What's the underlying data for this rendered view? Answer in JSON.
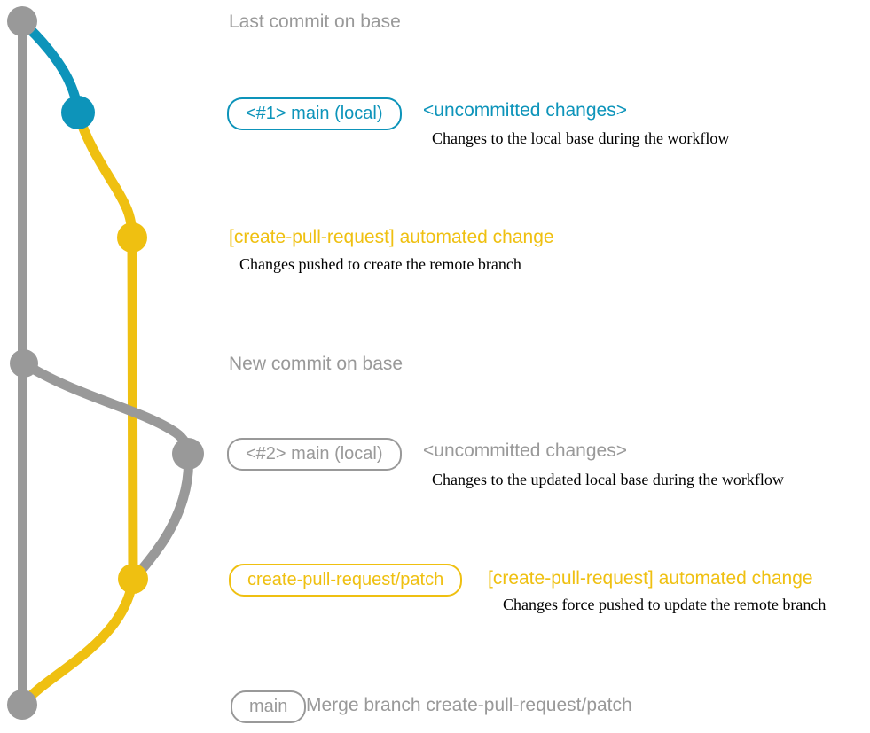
{
  "colors": {
    "gray": "#999999",
    "blue": "#0D94BA",
    "yellow": "#EFC011",
    "text": "#000000",
    "background": "#FFFFFF"
  },
  "sections": {
    "last_commit": {
      "heading": "Last commit on base"
    },
    "local_main_1": {
      "badge": "<#1> main (local)",
      "heading": "<uncommitted changes>",
      "caption": "Changes to the local base during the workflow"
    },
    "automated_change_1": {
      "heading": "[create-pull-request] automated change",
      "caption": "Changes pushed to create the remote branch"
    },
    "new_commit": {
      "heading": "New commit on base"
    },
    "local_main_2": {
      "badge": "<#2> main (local)",
      "heading": "<uncommitted changes>",
      "caption": "Changes to the updated local base during the workflow"
    },
    "automated_change_2": {
      "badge": "create-pull-request/patch",
      "heading": "[create-pull-request] automated change",
      "caption": "Changes force pushed to update the remote branch"
    },
    "merge": {
      "badge": "main",
      "heading": "Merge branch create-pull-request/patch"
    }
  },
  "graph": {
    "commit_nodes": [
      {
        "name": "last-commit-on-base-node",
        "color_key": "gray"
      },
      {
        "name": "local-main-1-node",
        "color_key": "blue"
      },
      {
        "name": "remote-branch-create-node",
        "color_key": "yellow"
      },
      {
        "name": "new-commit-on-base-node",
        "color_key": "gray"
      },
      {
        "name": "local-main-2-node",
        "color_key": "gray"
      },
      {
        "name": "remote-branch-update-node",
        "color_key": "yellow"
      },
      {
        "name": "merge-commit-node",
        "color_key": "gray"
      }
    ]
  }
}
